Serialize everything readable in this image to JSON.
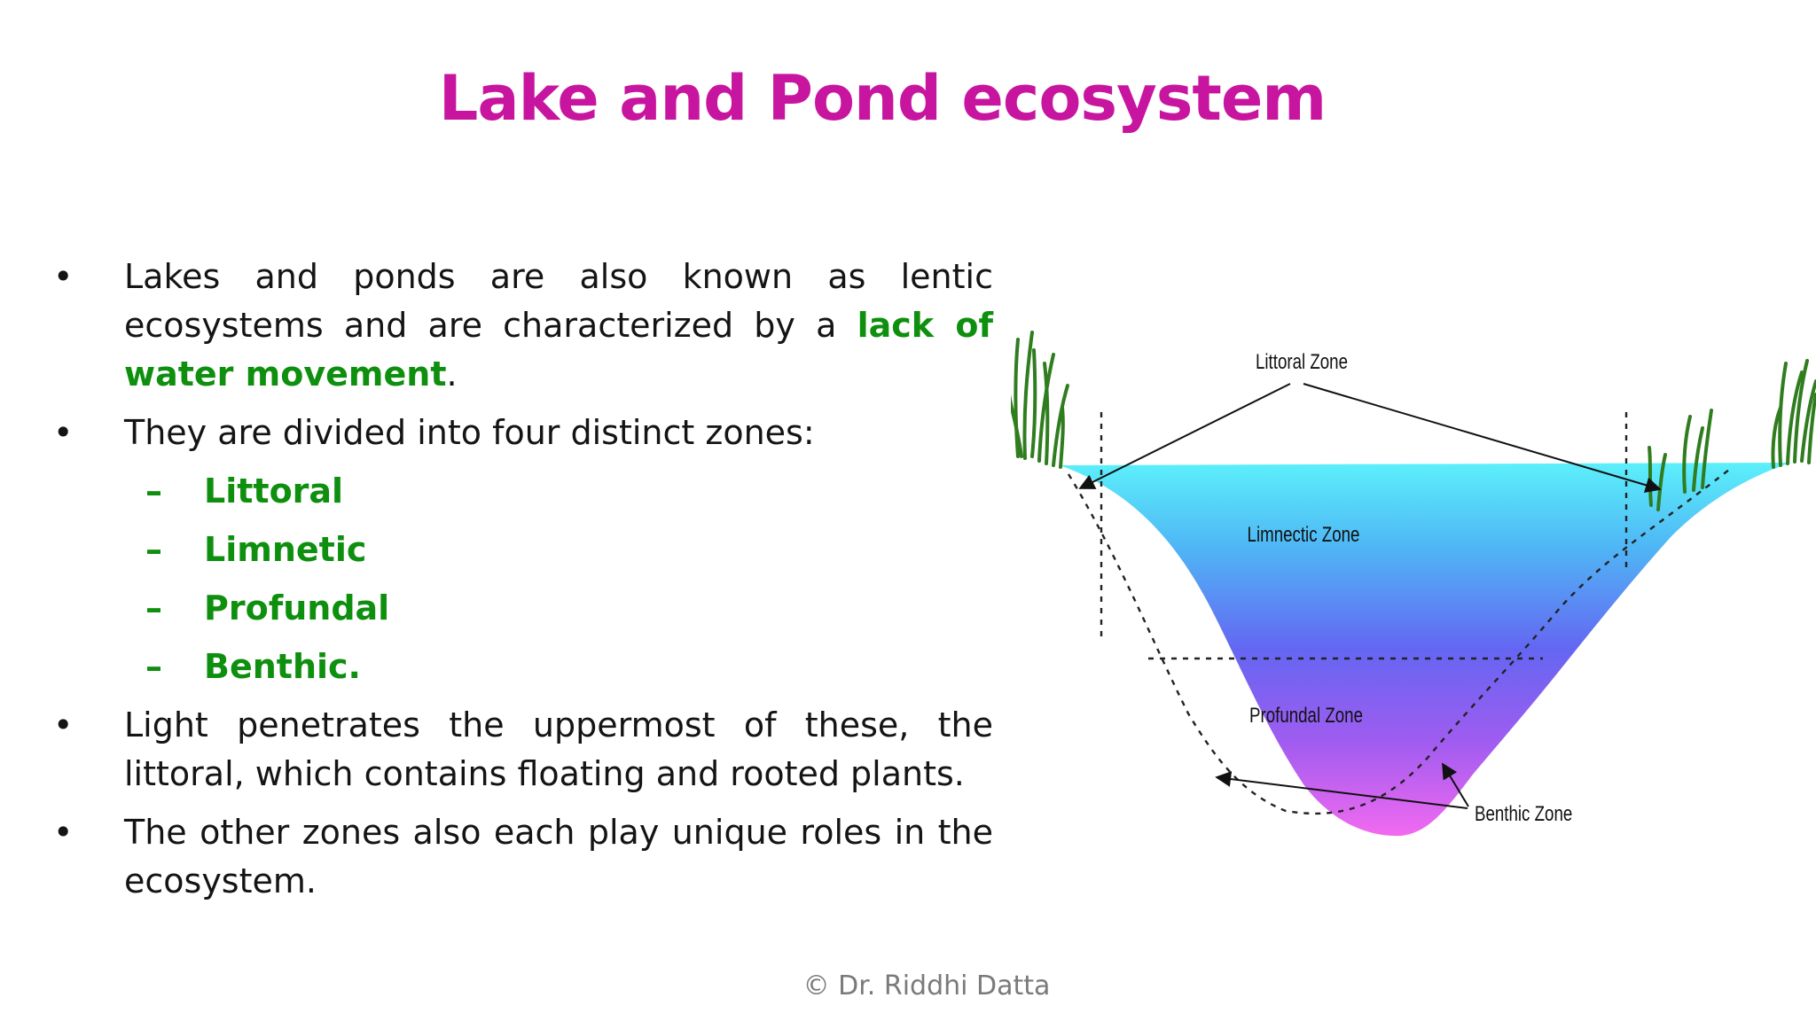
{
  "title": "Lake and Pond ecosystem",
  "colors": {
    "title": "#c8159f",
    "highlight": "#0e8f0e",
    "text": "#141414",
    "footer": "#7a7a7a"
  },
  "bullets": {
    "b1": {
      "marker": "•",
      "text_before": "Lakes and ponds are also known as lentic ecosystems and are characterized by a ",
      "highlight": "lack of water movement",
      "text_after": "."
    },
    "b2": {
      "marker": "•",
      "text": "They are divided into four distinct zones:"
    },
    "zones": [
      {
        "dash": "–",
        "label": "Littoral"
      },
      {
        "dash": "–",
        "label": "Limnetic"
      },
      {
        "dash": "–",
        "label": "Profundal"
      },
      {
        "dash": "–",
        "label": "Benthic."
      }
    ],
    "b3": {
      "marker": "•",
      "text": "Light penetrates the uppermost of these, the littoral, which contains floating and rooted plants."
    },
    "b4": {
      "marker": "•",
      "text": "The other zones also each play unique roles in the ecosystem."
    }
  },
  "diagram": {
    "labels": {
      "littoral": "Littoral Zone",
      "limnetic": "Limnectic Zone",
      "profundal": "Profundal Zone",
      "benthic": "Benthic Zone"
    }
  },
  "footer": "© Dr. Riddhi Datta"
}
